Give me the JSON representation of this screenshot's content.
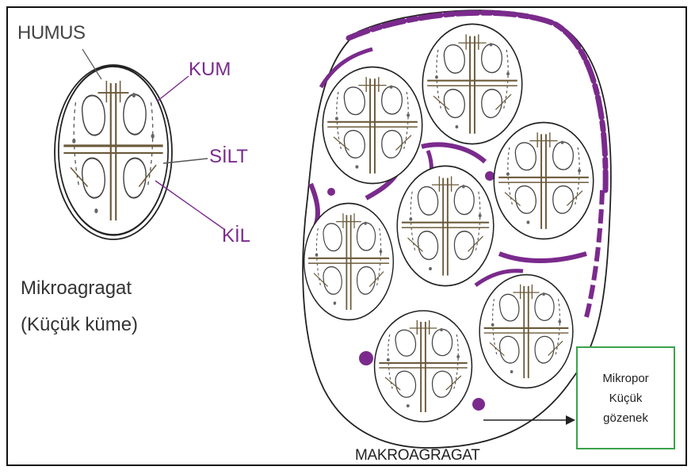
{
  "labels": {
    "humus": "HUMUS",
    "kum": "KUM",
    "silt": "SİLT",
    "kil": "KİL",
    "micro_title": "Mikroagragat",
    "micro_subtitle": "(Küçük küme)",
    "macro": "MAKROAGRAGAT"
  },
  "micropore_box": {
    "line1": "Mikropor",
    "line2": "Küçük",
    "line3": "gözenek"
  },
  "colors": {
    "purple": "#7a2a8c",
    "box_border": "#3aa24a",
    "outline": "#111111"
  }
}
